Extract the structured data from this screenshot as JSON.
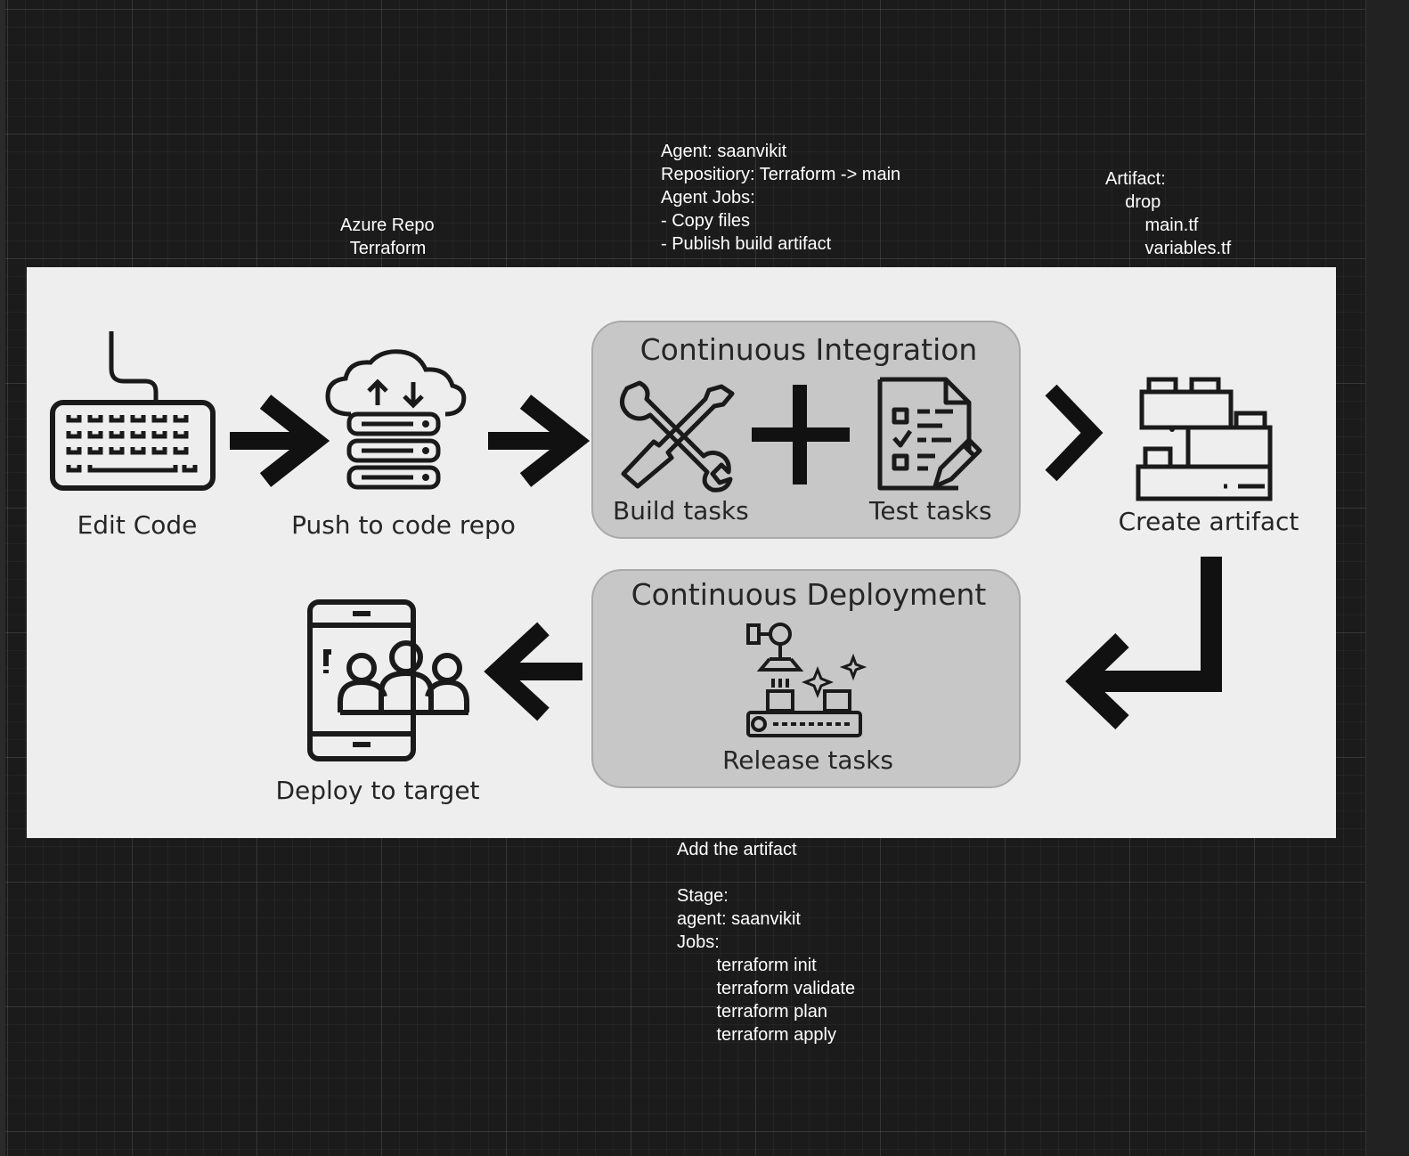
{
  "annotations": {
    "repo": "Azure Repo\n  Terraform",
    "agent": "Agent: saanvikit\nRepositiory: Terraform -> main\nAgent Jobs:\n- Copy files\n- Publish build artifact",
    "artifact": "Artifact:\n    drop\n        main.tf\n        variables.tf",
    "release": "Add the artifact\n\nStage:\nagent: saanvikit\nJobs:\n        terraform init\n        terraform validate\n        terraform plan\n        terraform apply"
  },
  "diagram": {
    "edit_code": "Edit Code",
    "push_repo": "Push to code repo",
    "ci_title": "Continuous Integration",
    "build_tasks": "Build tasks",
    "test_tasks": "Test tasks",
    "create_artifact": "Create artifact",
    "cd_title": "Continuous Deployment",
    "release_tasks": "Release tasks",
    "deploy_target": "Deploy to target"
  }
}
